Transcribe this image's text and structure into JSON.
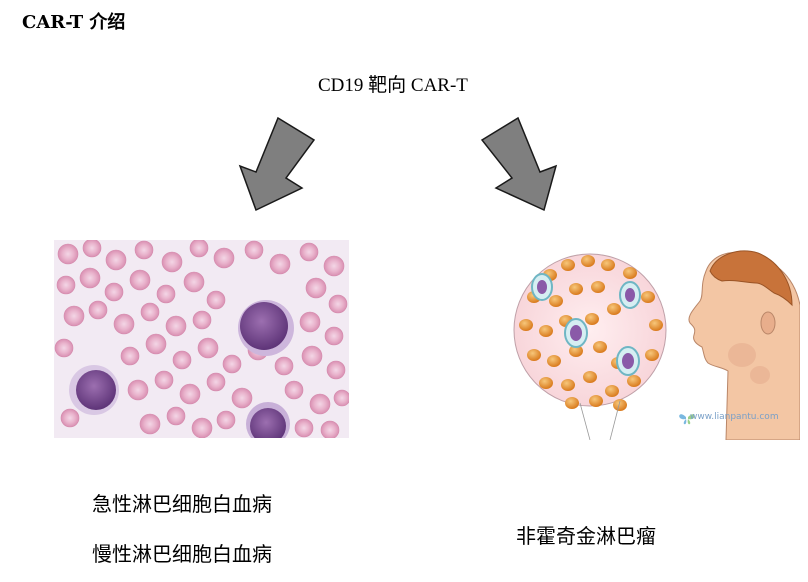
{
  "header": {
    "title": "CAR-T 介绍",
    "subtitle": "CD19  靶向  CAR-T"
  },
  "diagram": {
    "arrow_color": "#7f7f7f",
    "arrow_outline": "#1a1a1a",
    "left_branch": {
      "image_icon": "blood-smear-micrograph",
      "labels": [
        "急性淋巴细胞白血病",
        "慢性淋巴细胞白血病"
      ]
    },
    "right_branch": {
      "image_icon": "lymphoma-illustration",
      "label": "非霍奇金淋巴瘤",
      "watermark_icon": "butterfly-logo",
      "watermark_text": "www.lianpantu.com"
    }
  }
}
